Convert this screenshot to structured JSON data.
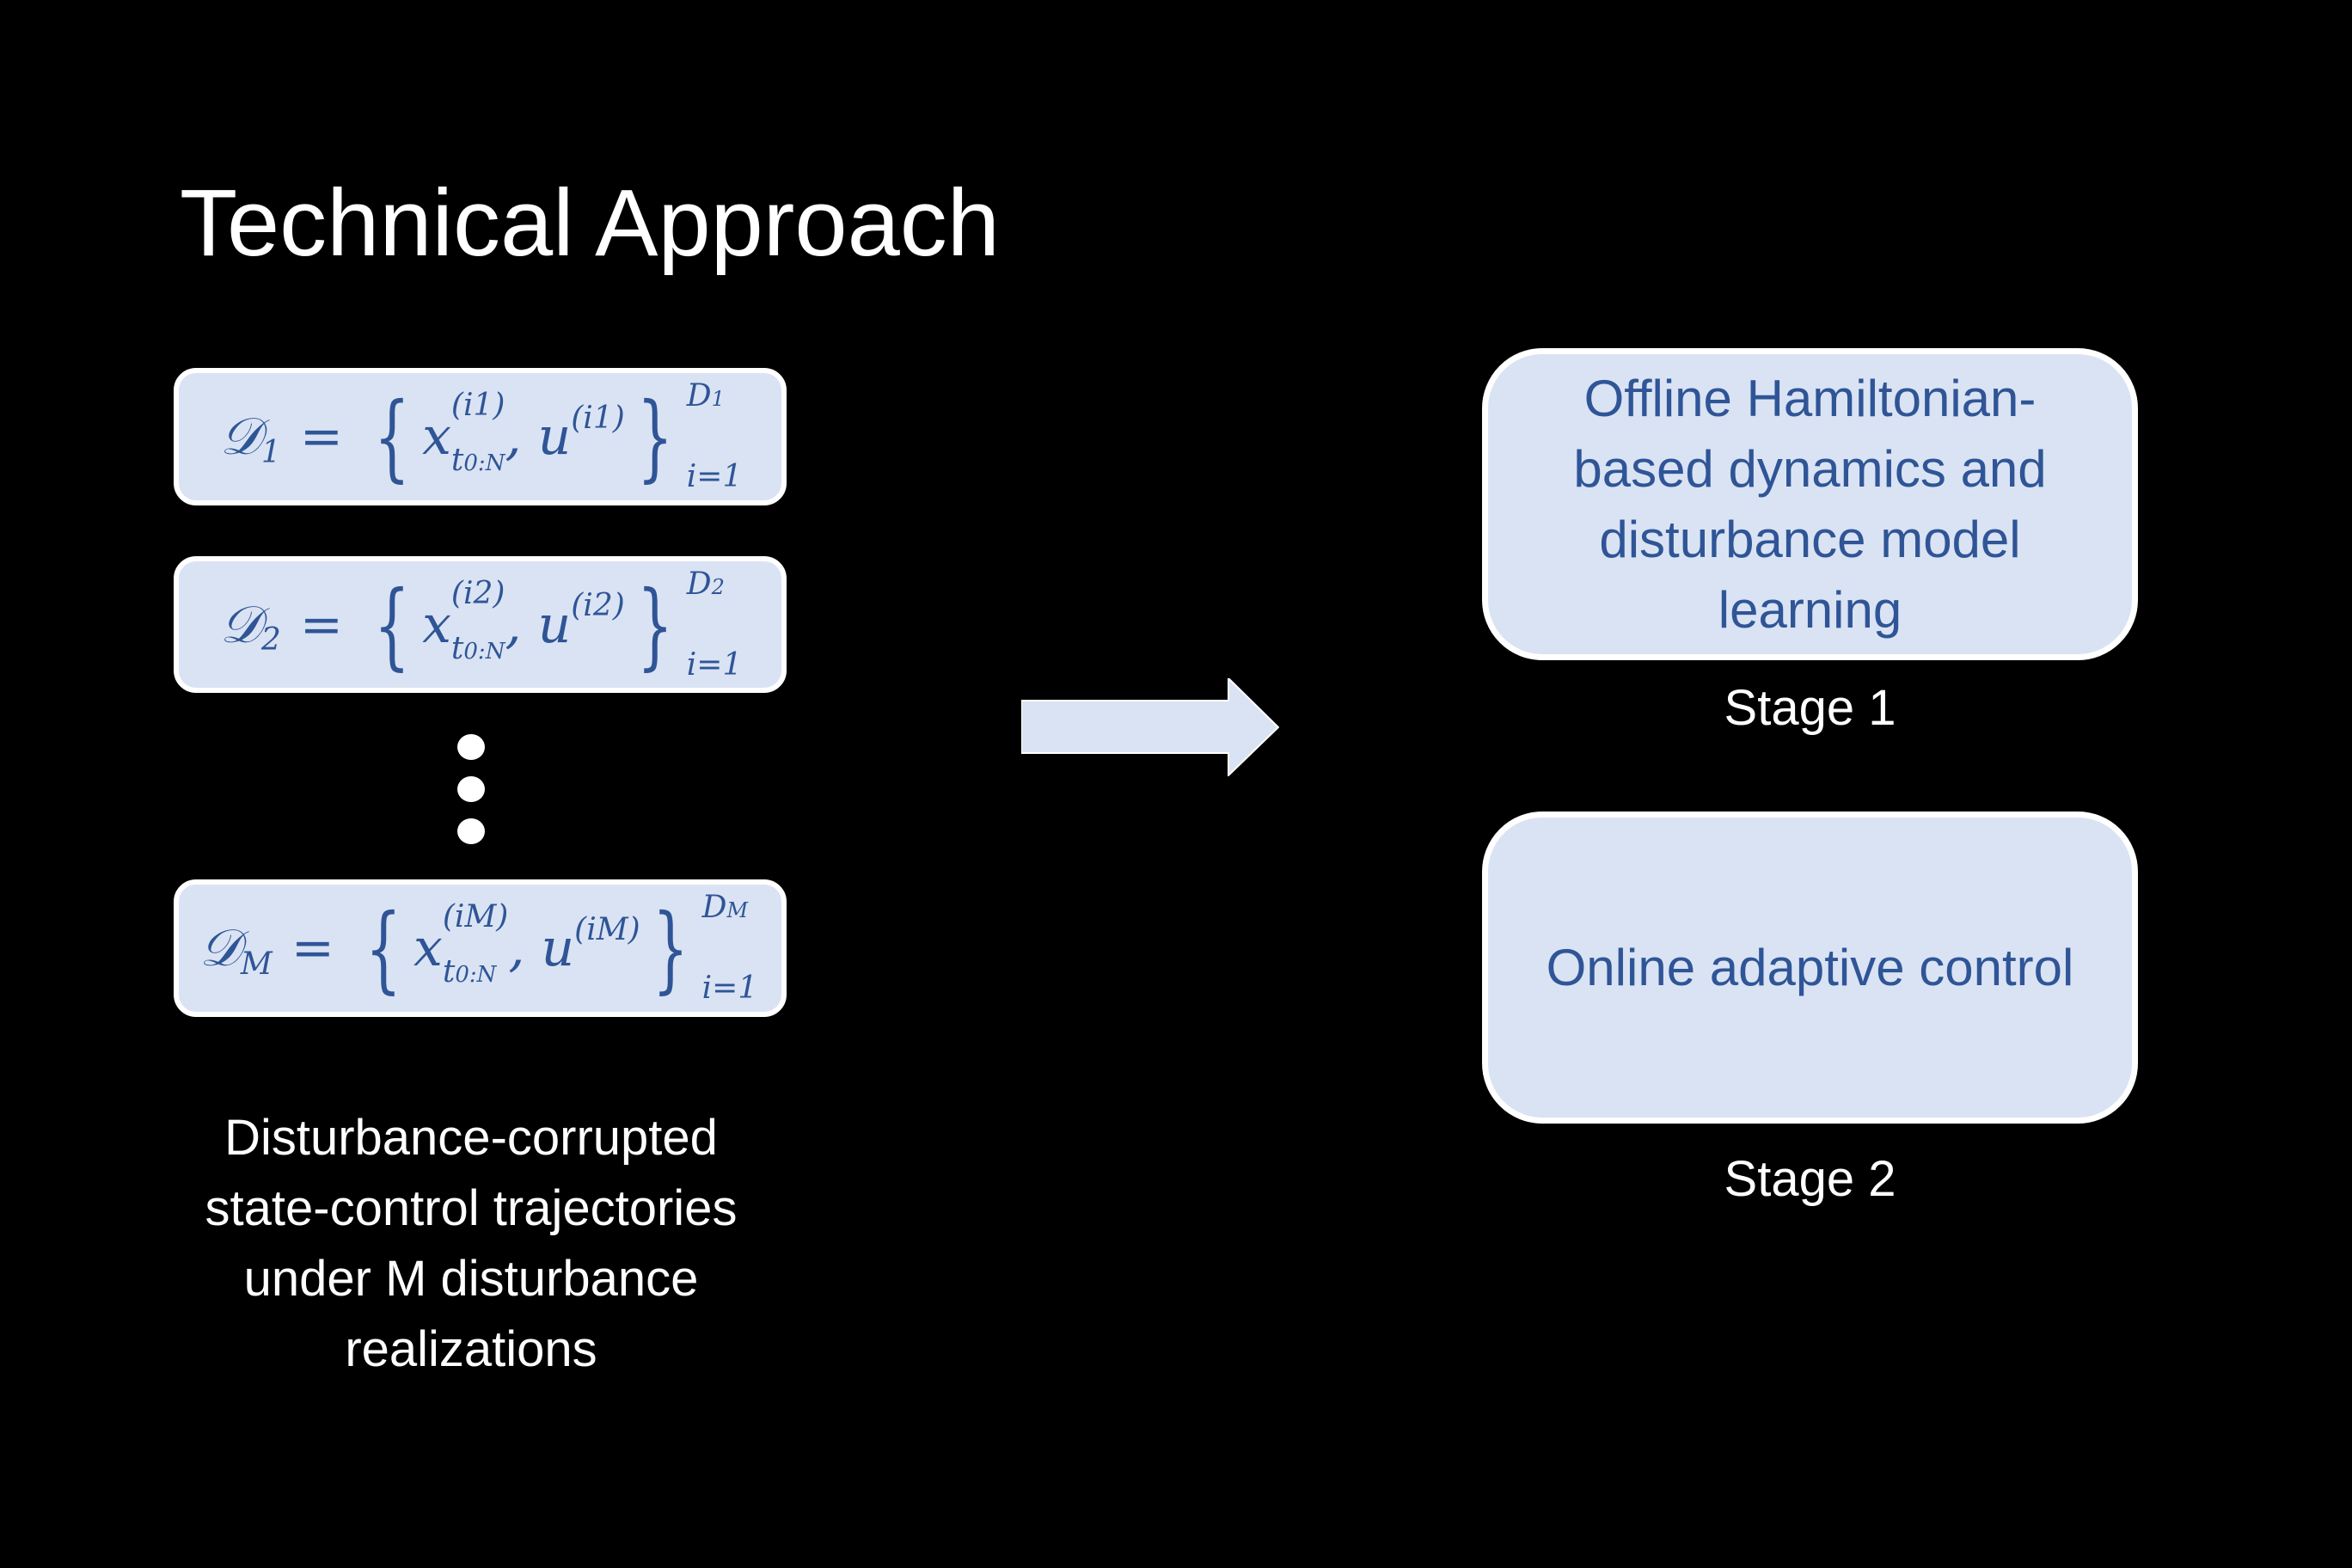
{
  "title": "Technical Approach",
  "datasets": [
    {
      "set": "𝒟",
      "index": "1",
      "eq": "=",
      "open": "{",
      "x": "x",
      "x_sup": "(i1)",
      "x_sub": "t",
      "x_subsub": "0:N",
      "comma": ",",
      "u": "u",
      "u_sup": "(i1)",
      "close": "}",
      "upper": "D",
      "upper_sub": "1",
      "lower": "i=1"
    },
    {
      "set": "𝒟",
      "index": "2",
      "eq": "=",
      "open": "{",
      "x": "x",
      "x_sup": "(i2)",
      "x_sub": "t",
      "x_subsub": "0:N",
      "comma": ",",
      "u": "u",
      "u_sup": "(i2)",
      "close": "}",
      "upper": "D",
      "upper_sub": "2",
      "lower": "i=1"
    },
    {
      "set": "𝒟",
      "index": "M",
      "eq": "=",
      "open": "{",
      "x": "x",
      "x_sup": "(iM)",
      "x_sub": "t",
      "x_subsub": "0:N",
      "comma": ",",
      "u": "u",
      "u_sup": "(iM)",
      "close": "}",
      "upper": "D",
      "upper_sub": "M",
      "lower": "i=1"
    }
  ],
  "caption_lines": [
    "Disturbance-corrupted",
    "state-control trajectories",
    "under M disturbance",
    "realizations"
  ],
  "stages": [
    {
      "box_lines": [
        "Offline Hamiltonian-",
        "based dynamics and",
        "disturbance model",
        "learning"
      ],
      "label": "Stage 1"
    },
    {
      "box_lines": [
        "Online adaptive control"
      ],
      "label": "Stage 2"
    }
  ],
  "colors": {
    "background": "#000000",
    "box_fill": "#dae3f3",
    "box_text": "#2f5597",
    "border": "#ffffff"
  },
  "icons": {
    "flow_arrow": "right-arrow-icon",
    "ellipsis": "vertical-ellipsis-icon"
  }
}
